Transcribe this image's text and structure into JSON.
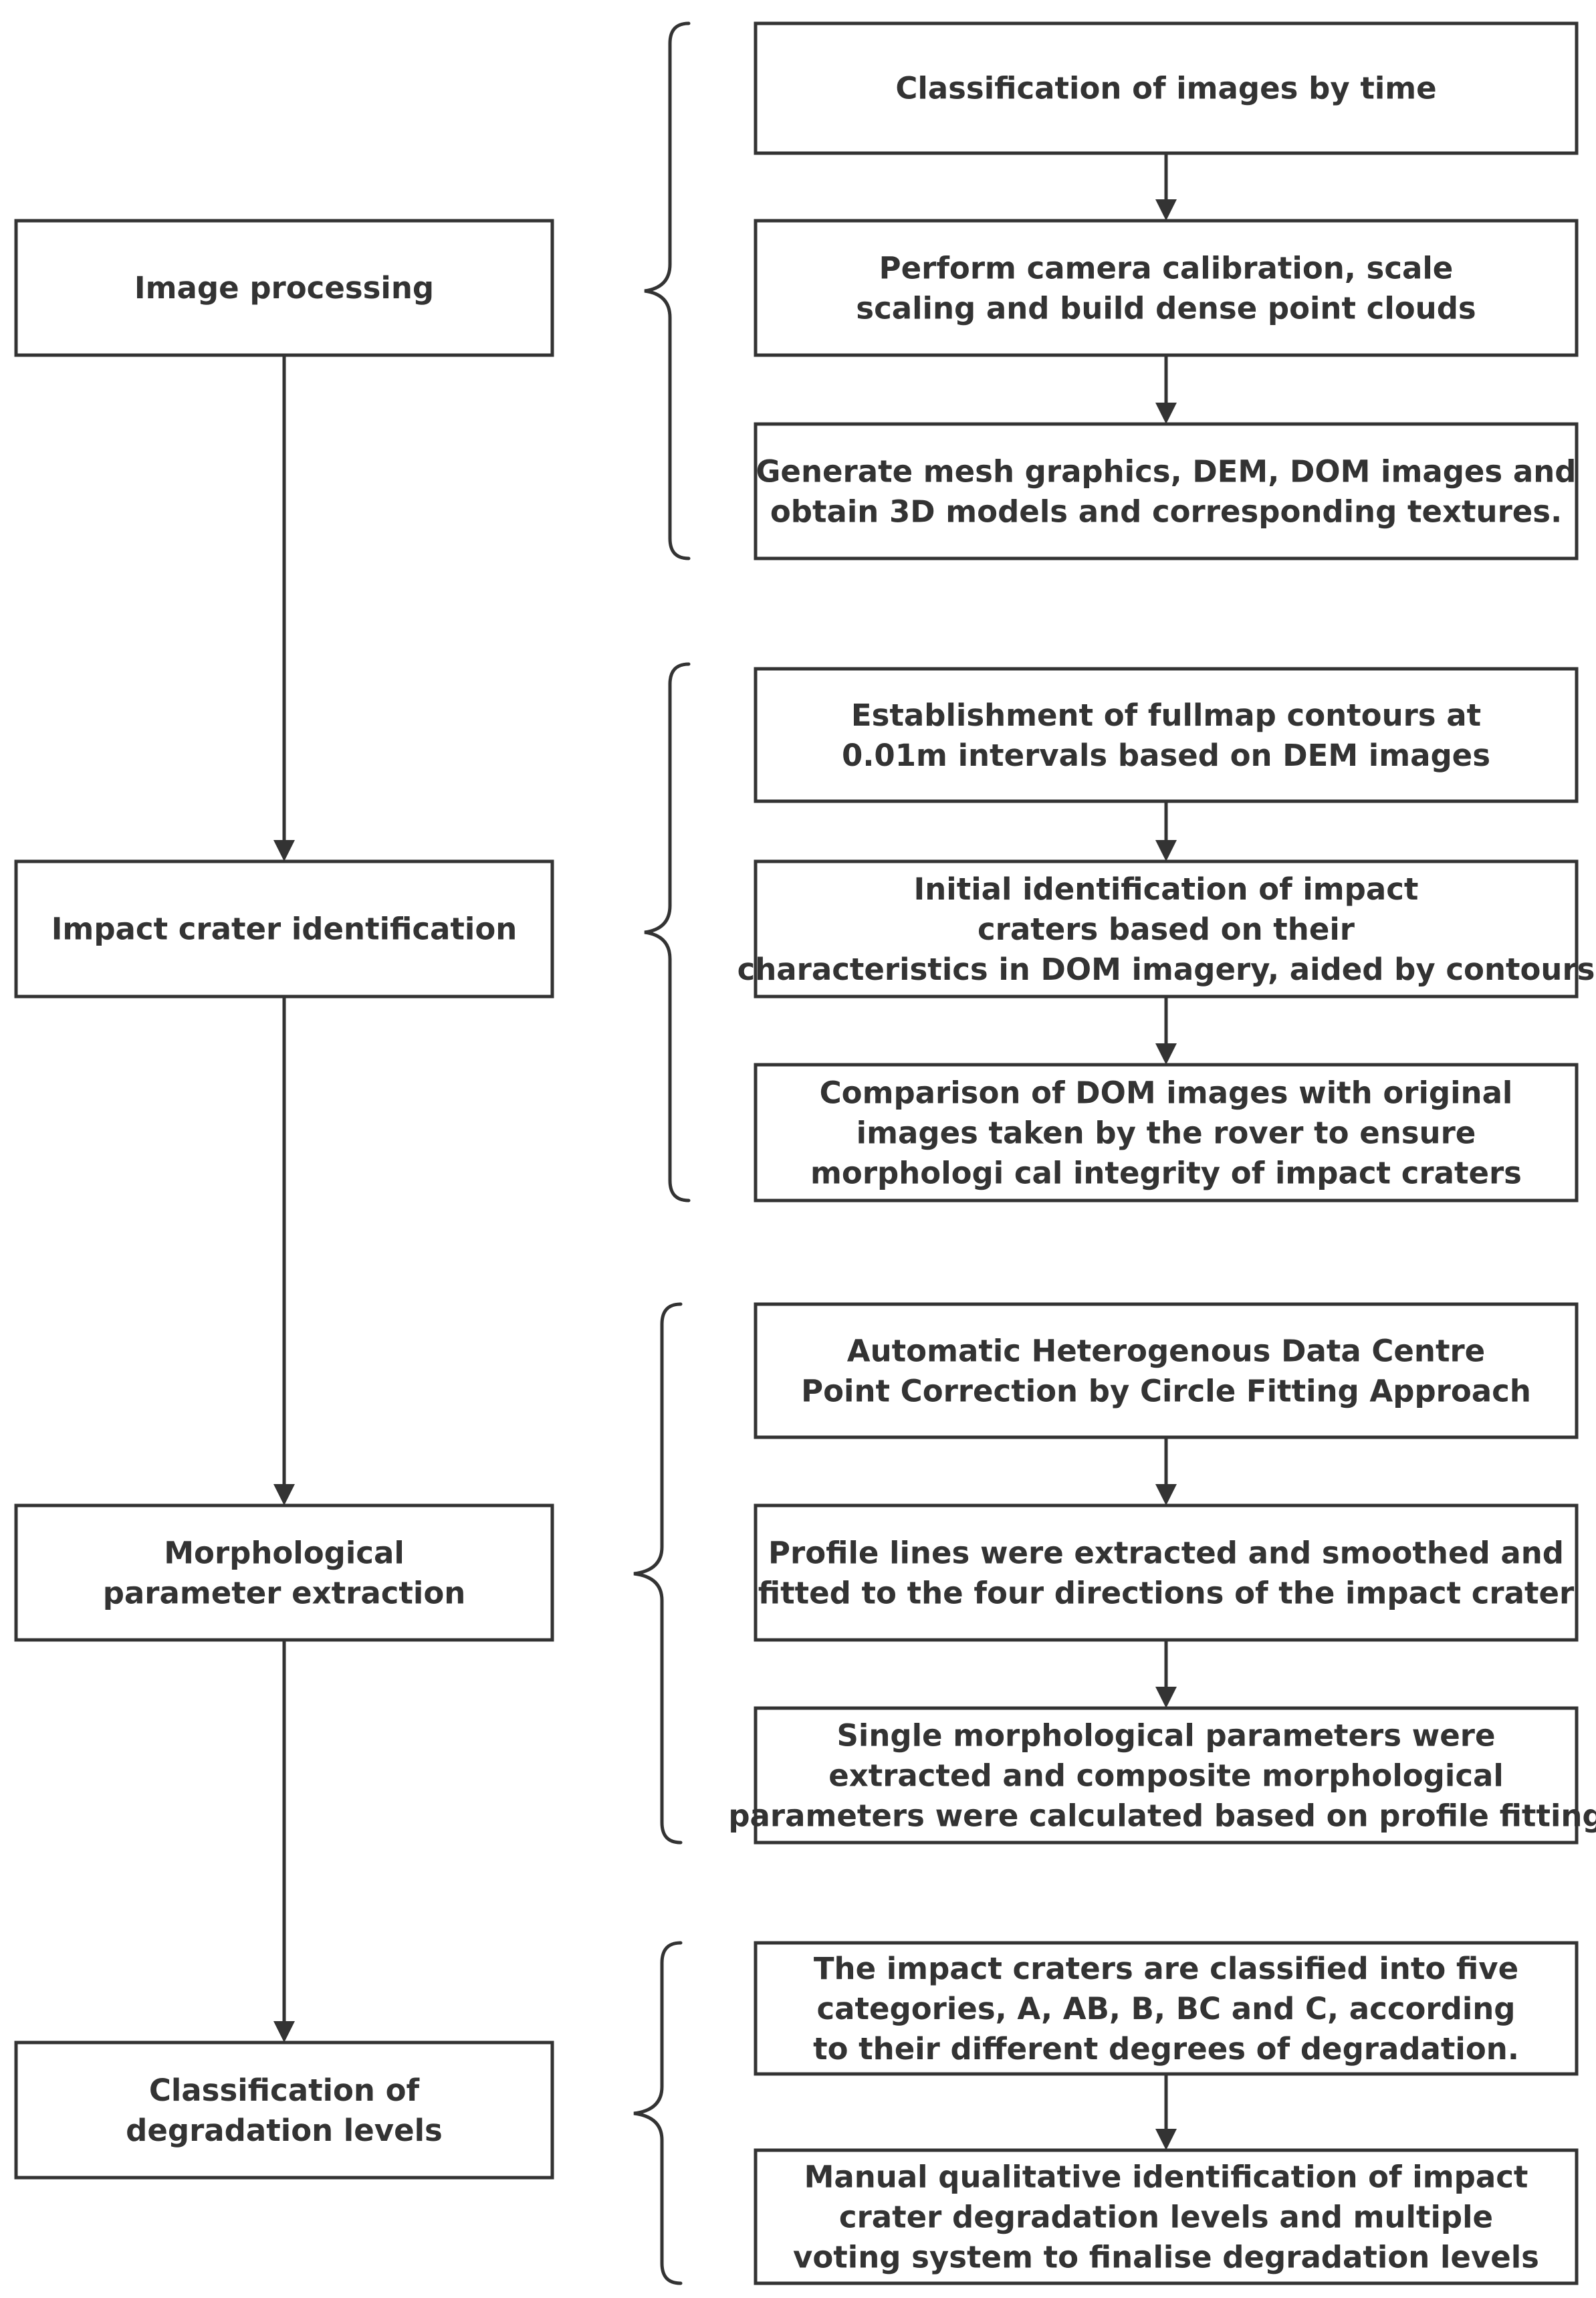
{
  "stages": [
    {
      "label": "Image processing",
      "steps": [
        "Classification of images by time",
        "Perform camera calibration, scale scaling and build dense point clouds",
        "Generate mesh graphics, DEM, DOM images and obtain 3D models and corresponding textures."
      ]
    },
    {
      "label": "Impact crater identification",
      "steps": [
        "Establishment of fullmap contours at 0.01m intervals based on DEM  images",
        "Initial identification of impact craters based on their characteristics in DOM imagery, aided by contours",
        "Comparison of DOM images with original images taken by the rover to ensure morphologi cal  integrity of impact craters"
      ]
    },
    {
      "label": "Morphological parameter extraction",
      "steps": [
        "Automatic Heterogenous Data Centre Point Correction by Circle Fitting Approach",
        "Profile lines were extracted and smoothed and fitted to the four directions of the impact crater",
        "Single morphological parameters were extracted and composite morphological parameters were calculated based on profile fitting"
      ]
    },
    {
      "label": "Classification of degradation levels",
      "steps": [
        "The impact craters are classified into five categories, A, AB, B, BC and C, according to their different degrees of degradation.",
        "Manual qualitative identification of impact crater degradation levels and multiple voting system to finalise degradation levels"
      ]
    }
  ]
}
